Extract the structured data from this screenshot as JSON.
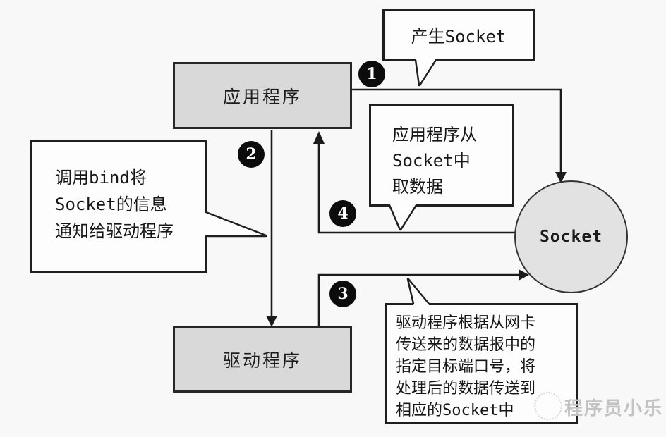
{
  "colors": {
    "canvas-bg": "#f8f8f8",
    "node-fill": "#d9d9d9",
    "circle-fill": "#e2e2e2",
    "bubble-bg": "#fdfdfd",
    "line": "#1b1b1b",
    "watermark": "#c3c3c3"
  },
  "nodes": {
    "application": {
      "label": "应用程序"
    },
    "driver": {
      "label": "驱动程序"
    },
    "socket": {
      "label": "Socket"
    }
  },
  "callouts": {
    "create_socket": {
      "text": "产生Socket"
    },
    "bind_info": {
      "text": "调用bind将\nSocket的信息\n通知给驱动程序"
    },
    "app_read": {
      "text": "应用程序从\nSocket中\n取数据"
    },
    "driver_dispatch": {
      "text": "驱动程序根据从网卡\n传送来的数据报中的\n指定目标端口号，将\n处理后的数据传送到\n相应的Socket中"
    }
  },
  "steps": [
    {
      "number": "1"
    },
    {
      "number": "2"
    },
    {
      "number": "3"
    },
    {
      "number": "4"
    }
  ],
  "watermark": {
    "text": "程序员小乐"
  }
}
